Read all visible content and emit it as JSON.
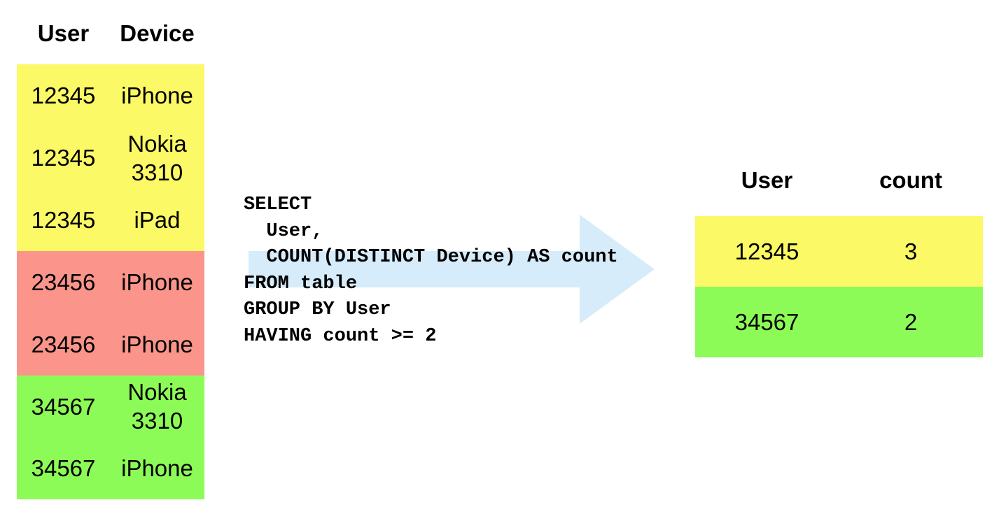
{
  "colors": {
    "yellow": "#fbf965",
    "red": "#fb958b",
    "green": "#8dfb57",
    "arrow": "#d6ecfa"
  },
  "input_table": {
    "headers": [
      "User",
      "Device"
    ],
    "rows": [
      {
        "user": "12345",
        "device": "iPhone",
        "color": "#fbf965"
      },
      {
        "user": "12345",
        "device": "Nokia\n3310",
        "color": "#fbf965"
      },
      {
        "user": "12345",
        "device": "iPad",
        "color": "#fbf965"
      },
      {
        "user": "23456",
        "device": "iPhone",
        "color": "#fb958b"
      },
      {
        "user": "23456",
        "device": "iPhone",
        "color": "#fb958b"
      },
      {
        "user": "34567",
        "device": "Nokia\n3310",
        "color": "#8dfb57"
      },
      {
        "user": "34567",
        "device": "iPhone",
        "color": "#8dfb57"
      }
    ]
  },
  "query": "SELECT\n  User,\n  COUNT(DISTINCT Device) AS count\nFROM table\nGROUP BY User\nHAVING count >= 2",
  "output_table": {
    "headers": [
      "User",
      "count"
    ],
    "rows": [
      {
        "user": "12345",
        "count": "3",
        "color": "#fbf965"
      },
      {
        "user": "34567",
        "count": "2",
        "color": "#8dfb57"
      }
    ]
  }
}
